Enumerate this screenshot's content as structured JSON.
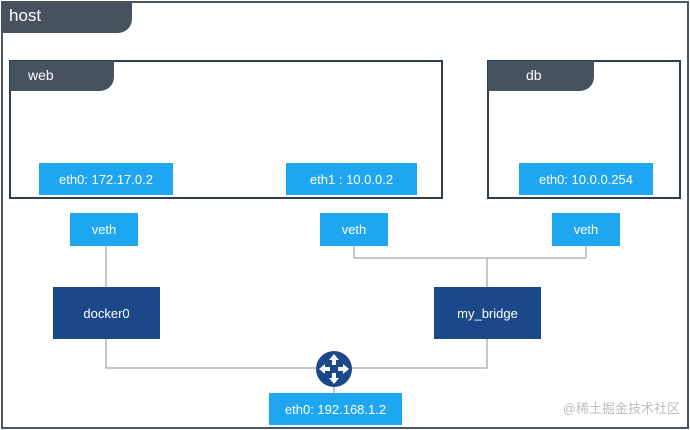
{
  "host": {
    "label": "host"
  },
  "containers": {
    "web": {
      "label": "web",
      "eth0": "eth0: 172.17.0.2",
      "eth1": "eth1 : 10.0.0.2"
    },
    "db": {
      "label": "db",
      "eth0": "eth0: 10.0.0.254"
    }
  },
  "veth": {
    "left": "veth",
    "middle": "veth",
    "right": "veth"
  },
  "bridges": {
    "docker0": "docker0",
    "my_bridge": "my_bridge"
  },
  "router": {
    "icon": "router-icon"
  },
  "host_nic": {
    "label": "eth0: 192.168.1.2"
  },
  "watermark": "@稀土掘金技术社区",
  "colors": {
    "frame": "#4a5763",
    "tab": "#46525e",
    "interface": "#1ea7f0",
    "bridge": "#1b4888",
    "wire": "#b4b4b4"
  }
}
